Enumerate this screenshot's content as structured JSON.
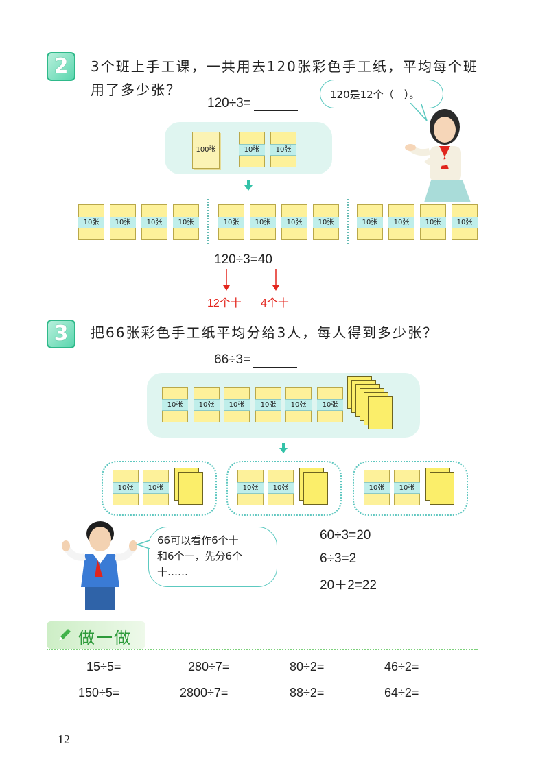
{
  "problem2": {
    "number": "2",
    "line1": "3个班上手工课，一共用去120张彩色手工纸，平均每个班",
    "line2": "用了多少张？",
    "equation": "120÷3=",
    "bubble": "120是12个（　）。",
    "book_label": "100张",
    "pack_label": "10张",
    "result": "120÷3=40",
    "note_left": "12个十",
    "note_right": "4个十"
  },
  "problem3": {
    "number": "3",
    "question": "把66张彩色手工纸平均分给3人，每人得到多少张？",
    "equation": "66÷3=",
    "pack_label": "10张",
    "bubble_line1": "66可以看作6个十",
    "bubble_line2": "和6个一，先分6个",
    "bubble_line3": "十……",
    "steps": [
      "60÷3=20",
      "6÷3=2",
      "20＋2=22"
    ]
  },
  "exercise": {
    "title": "做一做",
    "row1": [
      "15÷5=",
      "280÷7=",
      "80÷2=",
      "46÷2="
    ],
    "row2": [
      "150÷5=",
      "2800÷7=",
      "88÷2=",
      "64÷2="
    ]
  },
  "page_number": "12",
  "colors": {
    "accent": "#34c2a8",
    "pack": "#fdf19a",
    "red": "#e3261e"
  }
}
